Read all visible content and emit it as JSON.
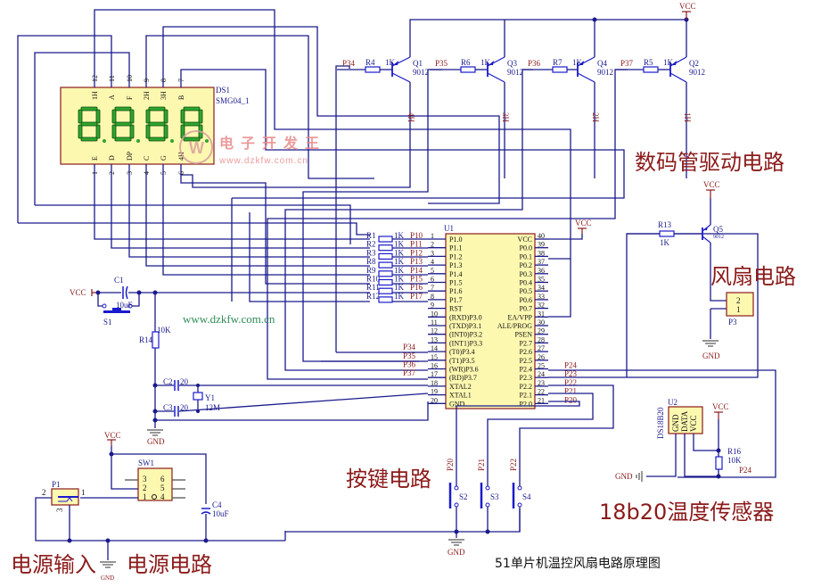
{
  "title": "51单片机温控风扇电路原理图",
  "watermark": {
    "cn": "电子开发王",
    "url": "www.dzkfw.com.cn",
    "url_green": "www.dzkfw.com.cn"
  },
  "sections": {
    "digit_driver": "数码管驱动电路",
    "fan": "风扇电路",
    "keys": "按键电路",
    "sensor": "18b20温度传感器",
    "power_input": "电源输入",
    "power": "电源电路"
  },
  "display": {
    "ref": "DS1",
    "part": "SMG04_1",
    "top_pins": [
      "12",
      "11",
      "10",
      "9",
      "8",
      "7"
    ],
    "top_labels": [
      "1H",
      "A",
      "F",
      "2H",
      "3H",
      "B"
    ],
    "bottom_pins": [
      "1",
      "2",
      "3",
      "4",
      "5",
      "6"
    ],
    "bottom_labels": [
      "E",
      "D",
      "DP",
      "C",
      "G",
      "4H"
    ],
    "segment_color": "#2fa52f"
  },
  "transistors": [
    {
      "ref": "Q1",
      "part": "9012",
      "net": "P34",
      "res": "R4",
      "val": "1K",
      "out": "4H"
    },
    {
      "ref": "Q3",
      "part": "9012",
      "net": "P35",
      "res": "R6",
      "val": "1K",
      "out": "3H"
    },
    {
      "ref": "Q4",
      "part": "9012",
      "net": "P36",
      "res": "R7",
      "val": "1K",
      "out": "2H"
    },
    {
      "ref": "Q2",
      "part": "9012",
      "net": "P37",
      "res": "R5",
      "val": "1K",
      "out": "1H"
    }
  ],
  "vcc": "VCC",
  "gnd": "GND",
  "mcu": {
    "ref": "U1",
    "left": [
      {
        "n": "1",
        "name": "P1.0"
      },
      {
        "n": "2",
        "name": "P1.1"
      },
      {
        "n": "3",
        "name": "P1.2"
      },
      {
        "n": "4",
        "name": "P1.3"
      },
      {
        "n": "5",
        "name": "P1.4"
      },
      {
        "n": "6",
        "name": "P1.5"
      },
      {
        "n": "7",
        "name": "P1.6"
      },
      {
        "n": "8",
        "name": "P1.7"
      },
      {
        "n": "9",
        "name": "RST"
      },
      {
        "n": "10",
        "name": "(RXD)P3.0"
      },
      {
        "n": "11",
        "name": "(TXD)P3.1"
      },
      {
        "n": "12",
        "name": "(INT0)P3.2"
      },
      {
        "n": "13",
        "name": "(INT1)P3.3"
      },
      {
        "n": "14",
        "name": "(T0)P3.4"
      },
      {
        "n": "15",
        "name": "(T1)P3.5"
      },
      {
        "n": "16",
        "name": "(WR)P3.6"
      },
      {
        "n": "17",
        "name": "(RD)P3.7"
      },
      {
        "n": "18",
        "name": "XTAL2"
      },
      {
        "n": "19",
        "name": "XTAL1"
      },
      {
        "n": "20",
        "name": "GND"
      }
    ],
    "right": [
      {
        "n": "40",
        "name": "VCC"
      },
      {
        "n": "39",
        "name": "P0.0"
      },
      {
        "n": "38",
        "name": "P0.1"
      },
      {
        "n": "37",
        "name": "P0.2"
      },
      {
        "n": "36",
        "name": "P0.3"
      },
      {
        "n": "35",
        "name": "P0.4"
      },
      {
        "n": "34",
        "name": "P0.5"
      },
      {
        "n": "33",
        "name": "P0.6"
      },
      {
        "n": "32",
        "name": "P0.7"
      },
      {
        "n": "31",
        "name": "EA/VPP"
      },
      {
        "n": "30",
        "name": "ALE/PROG"
      },
      {
        "n": "29",
        "name": "PSEN"
      },
      {
        "n": "28",
        "name": "P2.7"
      },
      {
        "n": "27",
        "name": "P2.6"
      },
      {
        "n": "26",
        "name": "P2.5"
      },
      {
        "n": "25",
        "name": "P2.4"
      },
      {
        "n": "24",
        "name": "P2.3"
      },
      {
        "n": "23",
        "name": "P2.2"
      },
      {
        "n": "22",
        "name": "P2.1"
      },
      {
        "n": "21",
        "name": "P2.0"
      }
    ],
    "p1_resistors": [
      {
        "ref": "R1",
        "val": "1K",
        "net": "P10"
      },
      {
        "ref": "R2",
        "val": "1K",
        "net": "P11"
      },
      {
        "ref": "R3",
        "val": "1K",
        "net": "P12"
      },
      {
        "ref": "R8",
        "val": "1K",
        "net": "P13"
      },
      {
        "ref": "R9",
        "val": "1K",
        "net": "P14"
      },
      {
        "ref": "R10",
        "val": "1K",
        "net": "P15"
      },
      {
        "ref": "R11",
        "val": "1K",
        "net": "P16"
      },
      {
        "ref": "R12",
        "val": "1K",
        "net": "P17"
      }
    ],
    "p3_nets": [
      "P34",
      "P35",
      "P36",
      "P37"
    ],
    "p2_nets": [
      "P24",
      "P23",
      "P22",
      "P21",
      "P20"
    ]
  },
  "reset": {
    "c1": "C1",
    "c1_val": "10uF",
    "s1": "S1",
    "r14": "R14",
    "r14_val": "10K"
  },
  "crystal": {
    "c2": "C2",
    "c2_val": "20",
    "c3": "C3",
    "c3_val": "20",
    "y1": "Y1",
    "y1_val": "12M"
  },
  "fan": {
    "res": "R13",
    "res_val": "1K",
    "q": "Q5",
    "q_part": "9012",
    "conn": "P3",
    "pins": [
      "2",
      "1"
    ]
  },
  "sensor": {
    "ref": "U2",
    "part": "DS18B20",
    "pins": [
      "GND",
      "DATA",
      "VCC"
    ],
    "res": "R16",
    "res_val": "10K",
    "net": "P24"
  },
  "keys": [
    {
      "ref": "S2",
      "net": "P20"
    },
    {
      "ref": "S3",
      "net": "P21"
    },
    {
      "ref": "S4",
      "net": "P22"
    }
  ],
  "power": {
    "jack": "P1",
    "jack_pins": [
      "2",
      "1",
      "3"
    ],
    "sw": "SW1",
    "sw_pins": [
      "3",
      "6",
      "2",
      "5",
      "1",
      "4"
    ],
    "cap": "C4",
    "cap_val": "10uF"
  }
}
